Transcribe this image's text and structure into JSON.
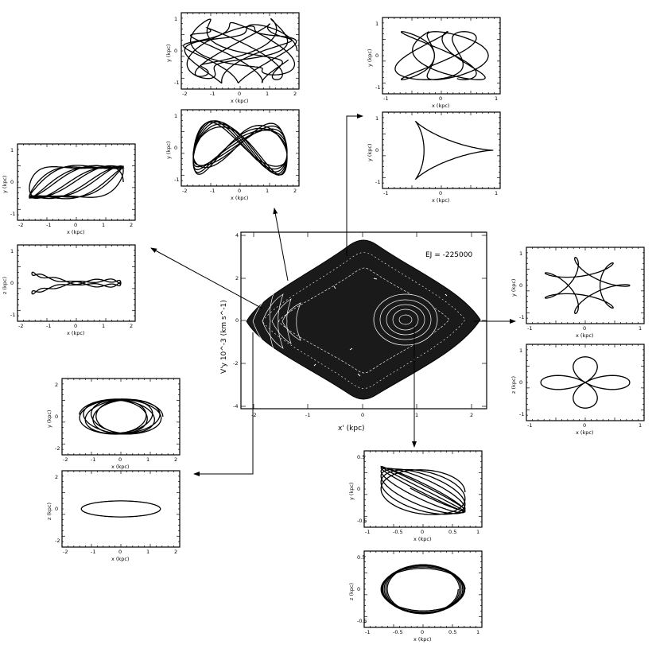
{
  "main_panel": {
    "xlabel": "x' (kpc)",
    "ylabel": "V'y 10^-3 (km s^-1)",
    "annotation": "EJ = -225000",
    "x_ticks": [
      "-2",
      "-1",
      "0",
      "1",
      "2"
    ],
    "y_ticks": [
      "-4",
      "-2",
      "0",
      "2",
      "4"
    ]
  },
  "small_panels": [
    {
      "id": "top-left-upper",
      "xlabel": "x (kpc)",
      "ylabel": "y (kpc)",
      "x_ticks": [
        "-2",
        "-1",
        "0",
        "1",
        "2"
      ],
      "y_ticks": [
        "-1",
        "0",
        "1"
      ]
    },
    {
      "id": "top-left-lower",
      "xlabel": "x (kpc)",
      "ylabel": "y (kpc)",
      "x_ticks": [
        "-2",
        "-1",
        "0",
        "1",
        "2"
      ],
      "y_ticks": [
        "-1",
        "0",
        "1"
      ]
    },
    {
      "id": "top-right-upper",
      "xlabel": "x (kpc)",
      "ylabel": "y (kpc)",
      "x_ticks": [
        "-1",
        "0",
        "1"
      ],
      "y_ticks": [
        "-1",
        "0",
        "1"
      ]
    },
    {
      "id": "top-right-lower",
      "xlabel": "x (kpc)",
      "ylabel": "y (kpc)",
      "x_ticks": [
        "-1",
        "0",
        "1"
      ],
      "y_ticks": [
        "-1",
        "0",
        "1"
      ]
    },
    {
      "id": "left-upper",
      "xlabel": "x (kpc)",
      "ylabel": "y (kpc)",
      "x_ticks": [
        "-2",
        "-1",
        "0",
        "1",
        "2"
      ],
      "y_ticks": [
        "-1",
        "0",
        "1"
      ]
    },
    {
      "id": "left-lower",
      "xlabel": "x (kpc)",
      "ylabel": "z (kpc)",
      "x_ticks": [
        "-2",
        "-1",
        "0",
        "1",
        "2"
      ],
      "y_ticks": [
        "-1",
        "0",
        "1"
      ]
    },
    {
      "id": "right-upper",
      "xlabel": "x (kpc)",
      "ylabel": "y (kpc)",
      "x_ticks": [
        "-1",
        "0",
        "1"
      ],
      "y_ticks": [
        "-1",
        "0",
        "1"
      ]
    },
    {
      "id": "right-lower",
      "xlabel": "x (kpc)",
      "ylabel": "z (kpc)",
      "x_ticks": [
        "-1",
        "0",
        "1"
      ],
      "y_ticks": [
        "-1",
        "0",
        "1"
      ]
    },
    {
      "id": "bottom-left-upper",
      "xlabel": "x (kpc)",
      "ylabel": "y (kpc)",
      "x_ticks": [
        "-2",
        "-1",
        "0",
        "1",
        "2"
      ],
      "y_ticks": [
        "-2",
        "0",
        "2"
      ]
    },
    {
      "id": "bottom-left-lower",
      "xlabel": "x (kpc)",
      "ylabel": "z (kpc)",
      "x_ticks": [
        "-2",
        "-1",
        "0",
        "1",
        "2"
      ],
      "y_ticks": [
        "-2",
        "0",
        "2"
      ]
    },
    {
      "id": "bottom-right-upper",
      "xlabel": "x (kpc)",
      "ylabel": "y (kpc)",
      "x_ticks": [
        "-1",
        "-0.5",
        "0",
        "0.5",
        "1"
      ],
      "y_ticks": [
        "-0.5",
        "0",
        "0.5"
      ]
    },
    {
      "id": "bottom-right-lower",
      "xlabel": "x (kpc)",
      "ylabel": "z (kpc)",
      "x_ticks": [
        "-1",
        "-0.5",
        "0",
        "0.5",
        "1"
      ],
      "y_ticks": [
        "-0.5",
        "0",
        "0.5"
      ]
    }
  ]
}
